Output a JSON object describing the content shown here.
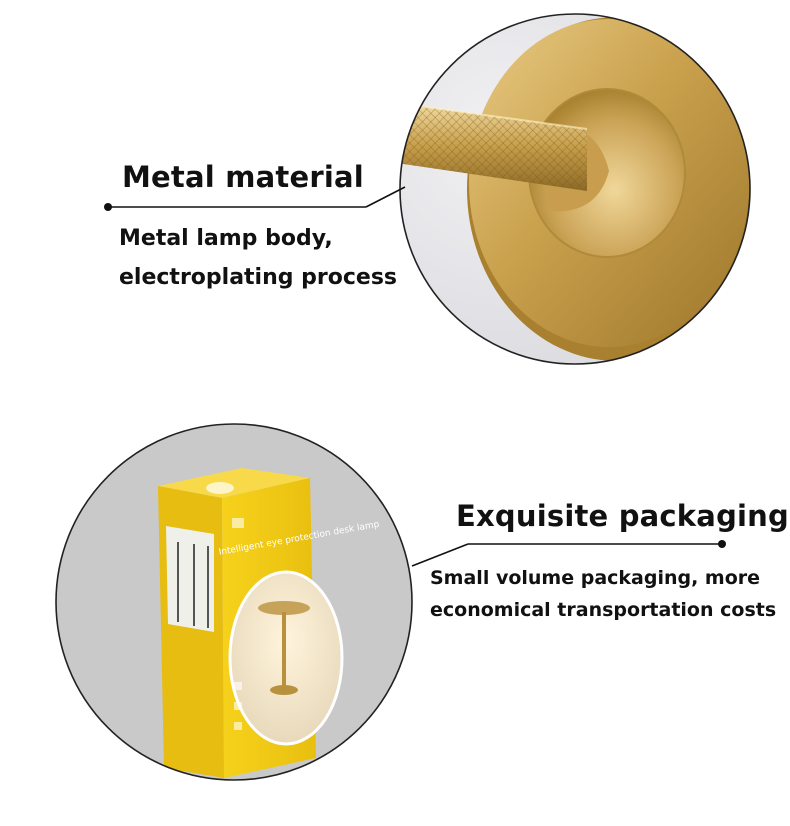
{
  "section1": {
    "title": "Metal material",
    "description_line1": "Metal lamp body,",
    "description_line2": "electroplating process",
    "image": "brushed-brass-lamp-base-closeup"
  },
  "section2": {
    "title": "Exquisite packaging",
    "description_line1": "Small volume packaging, more",
    "description_line2": "economical transportation costs",
    "image": "yellow-lamp-box",
    "box_text": "Intelligent eye protection desk lamp"
  },
  "colors": {
    "brass": "#c9a24e",
    "box_yellow": "#f3cd1c",
    "circle_gray": "#c8c8c8",
    "line": "#111111"
  }
}
